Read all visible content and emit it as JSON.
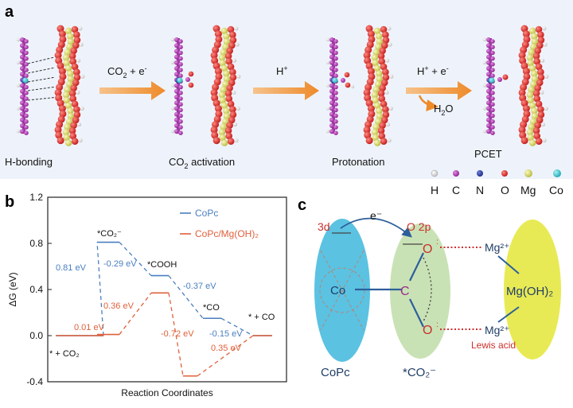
{
  "panel_a": {
    "label": "a",
    "steps": [
      {
        "caption": "H-bonding"
      },
      {
        "caption": "CO",
        "caption_sub": "2",
        "caption_rest": " activation"
      },
      {
        "caption": "Protonation"
      },
      {
        "caption": "PCET"
      }
    ],
    "arrows": [
      {
        "label": "CO",
        "sub": "2",
        "rest": " + e",
        "sup": "-"
      },
      {
        "label": "H",
        "sup": "+"
      },
      {
        "label": "H",
        "sup": "+",
        "rest": " + e",
        "sup2": "-",
        "byproduct": "H",
        "byproduct_sub": "2",
        "byproduct_rest": "O"
      }
    ],
    "legend": [
      {
        "symbol": "H",
        "color": "#f2f2f2"
      },
      {
        "symbol": "C",
        "color": "#b23ab5"
      },
      {
        "symbol": "N",
        "color": "#2a3aa8"
      },
      {
        "symbol": "O",
        "color": "#e02020"
      },
      {
        "symbol": "Mg",
        "color": "#dede5a"
      },
      {
        "symbol": "Co",
        "color": "#30c8d0"
      }
    ]
  },
  "panel_b": {
    "label": "b",
    "ylabel": "ΔG (eV)",
    "xlabel": "Reaction Coordinates",
    "ticks": [
      "1.2",
      "0.8",
      "0.4",
      "0.0",
      "-0.4"
    ],
    "legend": [
      {
        "name": "CoPc",
        "color": "#4a7fbf"
      },
      {
        "name": "CoPc/Mg(OH)₂",
        "color": "#e0603a"
      }
    ],
    "state_labels": [
      "* + CO₂",
      "*CO₂⁻",
      "*COOH",
      "*CO",
      "* + CO"
    ],
    "step_labels_blue": [
      "0.81 eV",
      "-0.29 eV",
      "-0.37 eV",
      "-0.15 eV"
    ],
    "step_labels_red": [
      "0.01 eV",
      "0.36 eV",
      "-0.72 eV",
      "0.35 eV"
    ]
  },
  "panel_c": {
    "label": "c",
    "labels": {
      "d3": "3d",
      "electron": "e⁻",
      "o2p": "O 2p",
      "co": "Co",
      "c": "C",
      "o_top": "O",
      "o_bottom": "O",
      "mg_top": "Mg²⁺",
      "mg_bottom": "Mg²⁺",
      "lewis": "Lewis acid",
      "mgoh2": "Mg(OH)₂",
      "copc": "CoPc",
      "co2": "*CO₂⁻"
    }
  },
  "chart_data": {
    "type": "line",
    "title": "",
    "xlabel": "Reaction Coordinates",
    "ylabel": "ΔG (eV)",
    "ylim": [
      -0.4,
      1.2
    ],
    "categories": [
      "* + CO₂",
      "*CO₂⁻",
      "*COOH",
      "*CO",
      "* + CO"
    ],
    "series": [
      {
        "name": "CoPc",
        "values": [
          0.0,
          0.81,
          0.52,
          0.15,
          0.0
        ]
      },
      {
        "name": "CoPc/Mg(OH)₂",
        "values": [
          0.0,
          0.01,
          0.37,
          -0.35,
          0.0
        ]
      }
    ]
  }
}
